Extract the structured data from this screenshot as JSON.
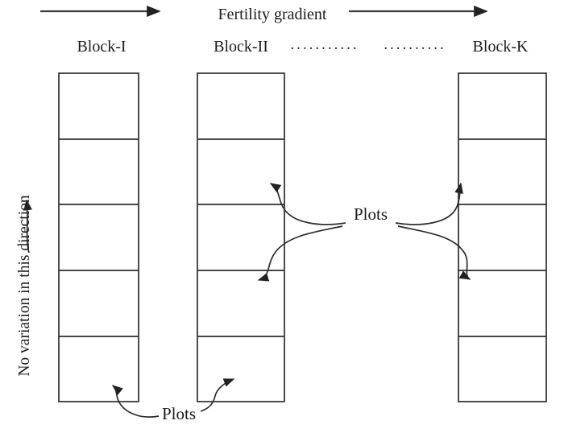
{
  "diagram": {
    "type": "randomized-block-design-layout",
    "fertility_gradient_label": "Fertility gradient",
    "no_variation_label": "No variation in this direction",
    "blocks": [
      {
        "label": "Block-I",
        "plots": 5
      },
      {
        "label": "Block-II",
        "plots": 5
      },
      {
        "label": "Block-K",
        "plots": 5
      }
    ],
    "dots": [
      "...........",
      ".........."
    ],
    "plots_label_middle": "Plots",
    "plots_label_bottom": "Plots"
  },
  "colors": {
    "background": "#ffffff",
    "ink": "#1c1c1c",
    "box_line": "#2d2d2d",
    "arrow": "#333333"
  }
}
